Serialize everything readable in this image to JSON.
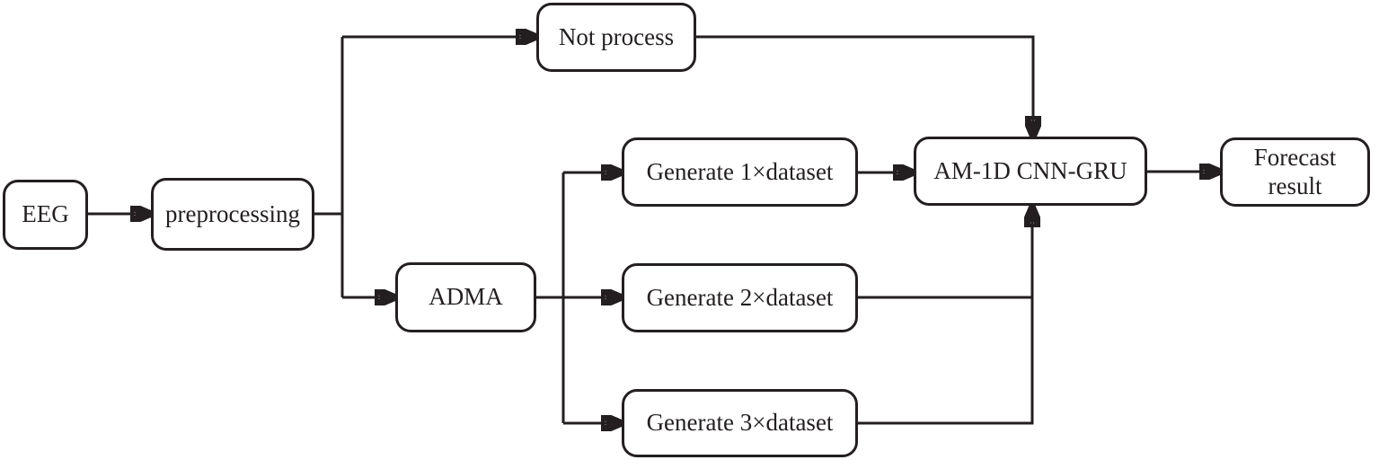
{
  "diagram": {
    "nodes": {
      "eeg": "EEG",
      "preprocessing": "preprocessing",
      "not_process": "Not process",
      "adma": "ADMA",
      "generate_1x": "Generate 1×dataset",
      "generate_2x": "Generate 2×dataset",
      "generate_3x": "Generate 3×dataset",
      "model": "AM-1D CNN-GRU",
      "forecast": "Forecast result"
    },
    "edges": [
      {
        "from": "EEG",
        "to": "preprocessing"
      },
      {
        "from": "preprocessing",
        "to": "Not process"
      },
      {
        "from": "preprocessing",
        "to": "ADMA"
      },
      {
        "from": "ADMA",
        "to": "Generate 1×dataset"
      },
      {
        "from": "ADMA",
        "to": "Generate 2×dataset"
      },
      {
        "from": "ADMA",
        "to": "Generate 3×dataset"
      },
      {
        "from": "Not process",
        "to": "AM-1D CNN-GRU"
      },
      {
        "from": "Generate 1×dataset",
        "to": "AM-1D CNN-GRU"
      },
      {
        "from": "Generate 2×dataset",
        "to": "AM-1D CNN-GRU"
      },
      {
        "from": "Generate 3×dataset",
        "to": "AM-1D CNN-GRU"
      },
      {
        "from": "AM-1D CNN-GRU",
        "to": "Forecast result"
      }
    ],
    "colors": {
      "line": "#231f20",
      "box_background": "#ffffff",
      "canvas_background": "#ffffff"
    }
  }
}
